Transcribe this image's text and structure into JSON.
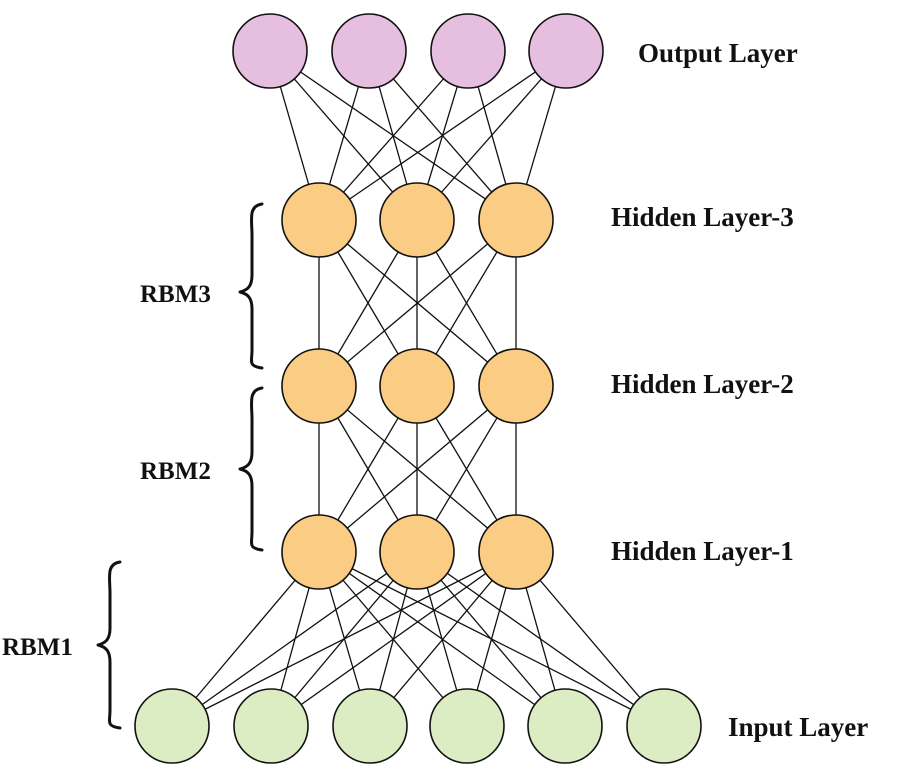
{
  "layers": [
    {
      "key": "output",
      "label": "Output Layer",
      "nodes": 4,
      "color": "#e6bfe0"
    },
    {
      "key": "hidden3",
      "label": "Hidden Layer-3",
      "nodes": 3,
      "color": "#fbcd84"
    },
    {
      "key": "hidden2",
      "label": "Hidden Layer-2",
      "nodes": 3,
      "color": "#fbcd84"
    },
    {
      "key": "hidden1",
      "label": "Hidden Layer-1",
      "nodes": 3,
      "color": "#fbcd84"
    },
    {
      "key": "input",
      "label": "Input Layer",
      "nodes": 6,
      "color": "#dcedc3"
    }
  ],
  "rbms": [
    {
      "label": "RBM3",
      "between": [
        "hidden2",
        "hidden3"
      ]
    },
    {
      "label": "RBM2",
      "between": [
        "hidden1",
        "hidden2"
      ]
    },
    {
      "label": "RBM1",
      "between": [
        "input",
        "hidden1"
      ]
    }
  ],
  "edge_color": "#111111"
}
